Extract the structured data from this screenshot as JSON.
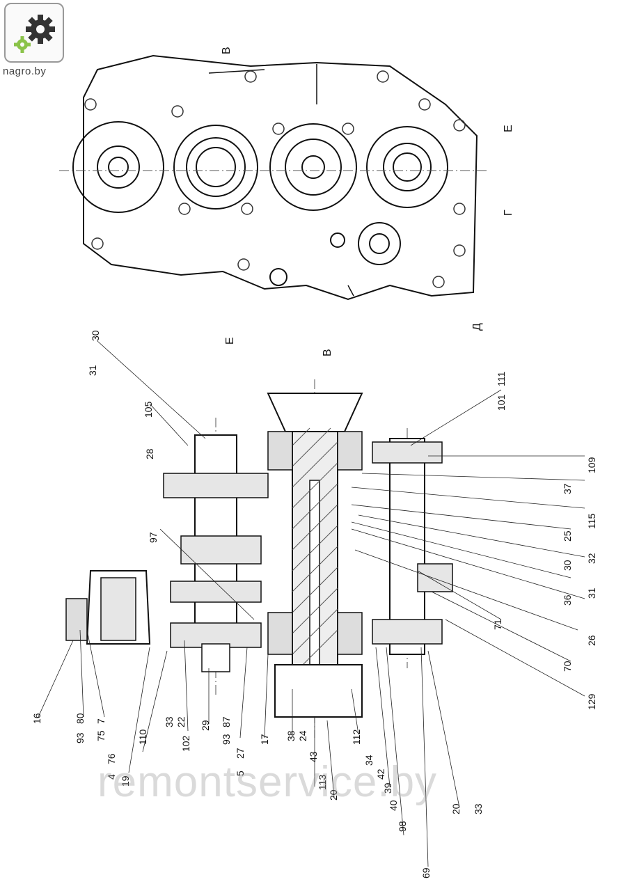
{
  "branding": {
    "site_label": "nagro.by",
    "watermark": "remontservice.by",
    "gear_color_dark": "#333333",
    "gear_color_light": "#8bc34a"
  },
  "view_labels": [
    "В",
    "Е",
    "Г",
    "Е",
    "В",
    "Д"
  ],
  "callouts_left": [
    "16",
    "93",
    "80",
    "7",
    "75",
    "4",
    "76",
    "19",
    "110",
    "33",
    "22",
    "102",
    "29",
    "93",
    "87",
    "5",
    "27",
    "17",
    "38",
    "24",
    "43",
    "113",
    "20"
  ],
  "callouts_top": [
    "30",
    "31",
    "105",
    "28",
    "97"
  ],
  "callouts_right": [
    "111",
    "101",
    "109",
    "37",
    "115",
    "25",
    "32",
    "30",
    "31",
    "36",
    "71",
    "26",
    "70",
    "129"
  ],
  "callouts_bottom": [
    "112",
    "34",
    "42",
    "39",
    "40",
    "98",
    "20",
    "33",
    "69"
  ]
}
